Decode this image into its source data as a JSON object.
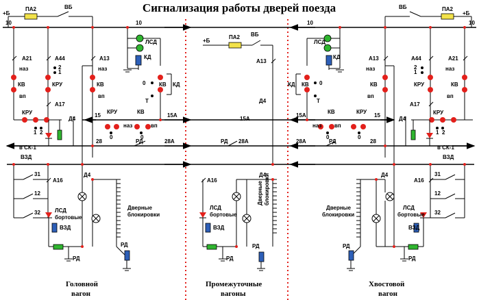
{
  "title": "Сигнализация работы дверей поезда",
  "labels": {
    "plus_b": "+Б",
    "pa2": "ПА2",
    "vb": "ВБ",
    "wire10": "10",
    "wire15": "15",
    "wire15a": "15А",
    "wire28": "28",
    "wire28a": "28А",
    "a21": "А21",
    "a44": "А44",
    "a13": "А13",
    "a17": "А17",
    "a16": "А16",
    "kv": "КВ",
    "kru": "КРУ",
    "kd": "КД",
    "lsd": "ЛСД",
    "d4": "Д4",
    "rd": "РД",
    "vzd": "ВЗД",
    "sk1": "в СК-1",
    "naz": "наз",
    "vp": "вп",
    "t": "Т",
    "zero": "0",
    "one": "1",
    "two": "2",
    "n31": "31",
    "n12": "12",
    "n32": "32",
    "lsd_bort1": "ЛСД",
    "lsd_bort2": "бортовые",
    "door_block1": "Дверные",
    "door_block2": "блокировки"
  },
  "sections": {
    "head1": "Головной",
    "head2": "вагон",
    "mid1": "Промежуточные",
    "mid2": "вагоны",
    "tail1": "Хвостовой",
    "tail2": "вагон"
  }
}
